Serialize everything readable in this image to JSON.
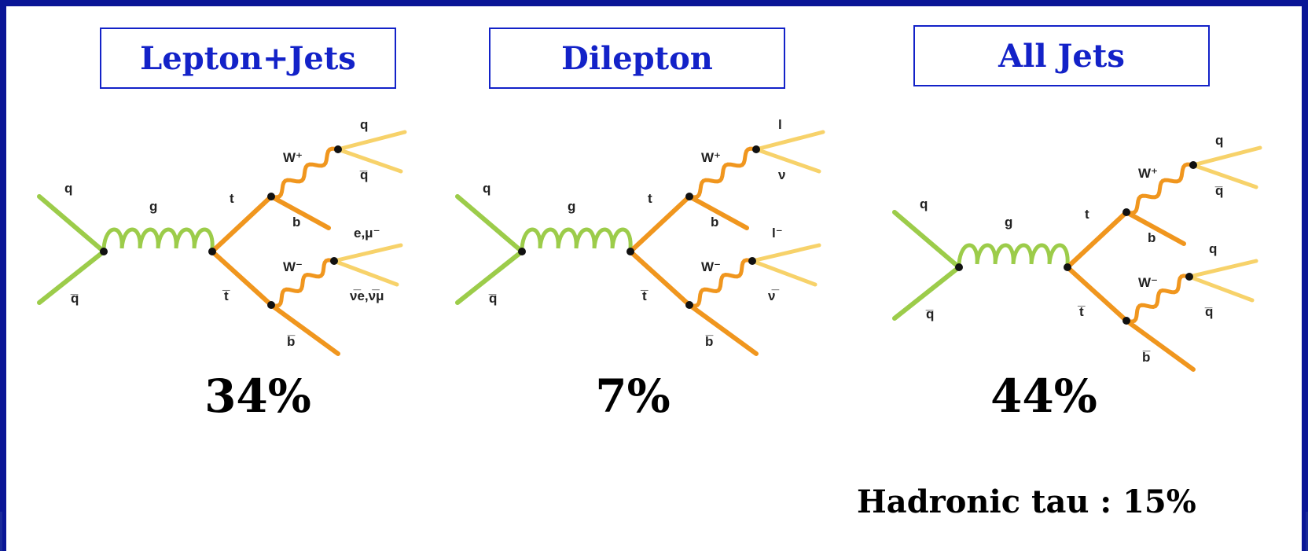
{
  "panels": [
    {
      "title": "Lepton+Jets",
      "percent": "34%",
      "labels": {
        "q_in": "q",
        "qbar_in": "q̅",
        "g": "g",
        "t": "t",
        "tbar": "t̅",
        "Wplus": "W⁺",
        "b": "b",
        "out1": "q",
        "out2": "q̅",
        "Wminus": "W⁻",
        "bbar": "b̅",
        "out3": "e,μ⁻",
        "out4": "ν̅e,ν̅μ"
      }
    },
    {
      "title": "Dilepton",
      "percent": "7%",
      "labels": {
        "q_in": "q",
        "qbar_in": "q̅",
        "g": "g",
        "t": "t",
        "tbar": "t̅",
        "Wplus": "W⁺",
        "b": "b",
        "out1": "l",
        "out2": "ν",
        "Wminus": "W⁻",
        "bbar": "b̅",
        "out3": "l⁻",
        "out4": "ν̅"
      }
    },
    {
      "title": "All Jets",
      "percent": "44%",
      "labels": {
        "q_in": "q",
        "qbar_in": "q̅",
        "g": "g",
        "t": "t",
        "tbar": "t̅",
        "Wplus": "W⁺",
        "b": "b",
        "out1": "q",
        "out2": "q̅",
        "Wminus": "W⁻",
        "bbar": "b̅",
        "out3": "q",
        "out4": "q̅"
      }
    }
  ],
  "footer": {
    "hadronic_tau": "Hadronic tau : 15%"
  },
  "colors": {
    "frame": "#0a1696",
    "title_text": "#1322c8",
    "quark_line": "#9ccc4a",
    "top_line": "#f0961e",
    "product_line": "#f7d26a"
  },
  "icons": [
    "feynman-diagram"
  ]
}
